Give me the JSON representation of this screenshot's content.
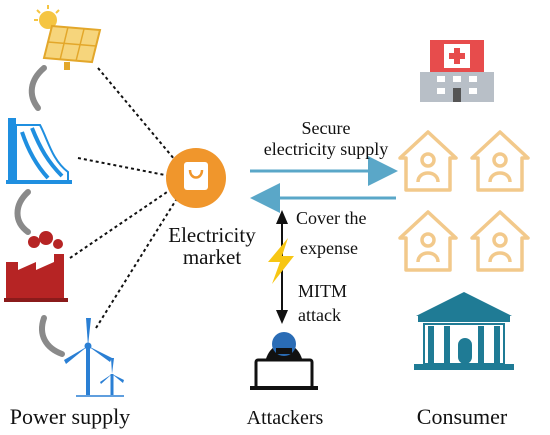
{
  "labels": {
    "power_supply": "Power supply",
    "market_line1": "Electricity",
    "market_line2": "market",
    "secure_line1": "Secure",
    "secure_line2": "electricity supply",
    "cover_line1": "Cover the",
    "cover_line2": "expense",
    "mitm_line1": "MITM",
    "mitm_line2": "attack",
    "attackers": "Attackers",
    "consumer": "Consumer"
  },
  "icons": {
    "power_sources": [
      "solar-panel-icon",
      "hydro-dam-icon",
      "factory-icon",
      "wind-turbine-icon"
    ],
    "market": "shopping-bag-icon",
    "attacker": "hacker-laptop-icon",
    "lightning": "lightning-icon",
    "consumers": [
      "hospital-icon",
      "house-icon",
      "house-icon",
      "house-icon",
      "house-icon",
      "government-building-icon"
    ]
  },
  "colors": {
    "market_orange": "#f0962c",
    "arrow_blue": "#5aa7c8",
    "house_outline": "#f2c98b",
    "factory_red": "#b62424",
    "hydro_blue": "#1f8fe0",
    "building_teal": "#1f7b95",
    "hospital_red": "#e74c4c",
    "lightning_yellow": "#f7c613"
  }
}
